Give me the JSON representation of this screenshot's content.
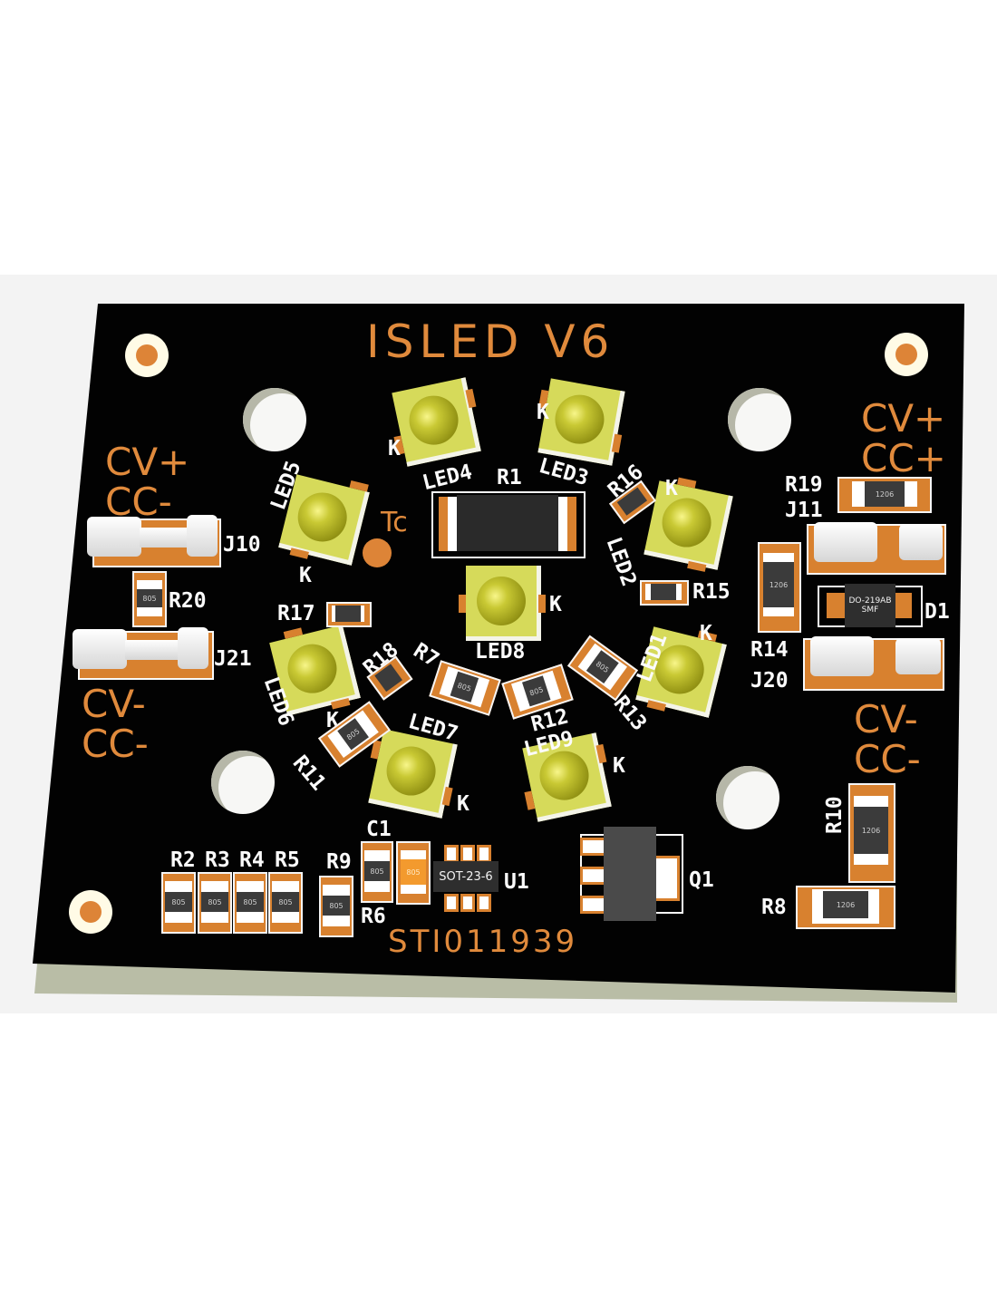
{
  "board": {
    "title": "ISLED V6",
    "part_number": "STI011939",
    "thermal_point_label": "Tc",
    "colors": {
      "soldermask": "#020202",
      "copper": "#e08a3c",
      "silkscreen": "#fbfbfb",
      "led_body": "#d6da5a"
    }
  },
  "polarity_labels": {
    "left_top": [
      "CV+",
      "CC-"
    ],
    "left_bottom": [
      "CV-",
      "CC-"
    ],
    "right_top": [
      "CV+",
      "CC+"
    ],
    "right_bottom": [
      "CV-",
      "CC-"
    ]
  },
  "leds": [
    {
      "ref": "LED1",
      "cathode": "K"
    },
    {
      "ref": "LED2",
      "cathode": "K"
    },
    {
      "ref": "LED3",
      "cathode": "K"
    },
    {
      "ref": "LED4",
      "cathode": "K"
    },
    {
      "ref": "LED5",
      "cathode": "K"
    },
    {
      "ref": "LED6",
      "cathode": "K"
    },
    {
      "ref": "LED7",
      "cathode": "K"
    },
    {
      "ref": "LED8",
      "cathode": "K"
    },
    {
      "ref": "LED9",
      "cathode": "K"
    }
  ],
  "resistors": {
    "R1": "R1",
    "R2": "R2",
    "R3": "R3",
    "R4": "R4",
    "R5": "R5",
    "R6": "R6",
    "R7": "R7",
    "R8": "R8",
    "R9": "R9",
    "R10": "R10",
    "R11": "R11",
    "R12": "R12",
    "R13": "R13",
    "R14": "R14",
    "R15": "R15",
    "R16": "R16",
    "R17": "R17",
    "R18": "R18",
    "R19": "R19",
    "R20": "R20"
  },
  "package_markings": {
    "small": "805",
    "large": "1206"
  },
  "connectors": {
    "J10": "J10",
    "J21": "J21",
    "J11": "J11",
    "J20": "J20"
  },
  "diode": {
    "ref": "D1",
    "line1": "DO-219AB",
    "line2": "SMF"
  },
  "capacitor": {
    "ref": "C1"
  },
  "ic": {
    "ref": "U1",
    "package": "SOT-23-6"
  },
  "transistor": {
    "ref": "Q1"
  }
}
